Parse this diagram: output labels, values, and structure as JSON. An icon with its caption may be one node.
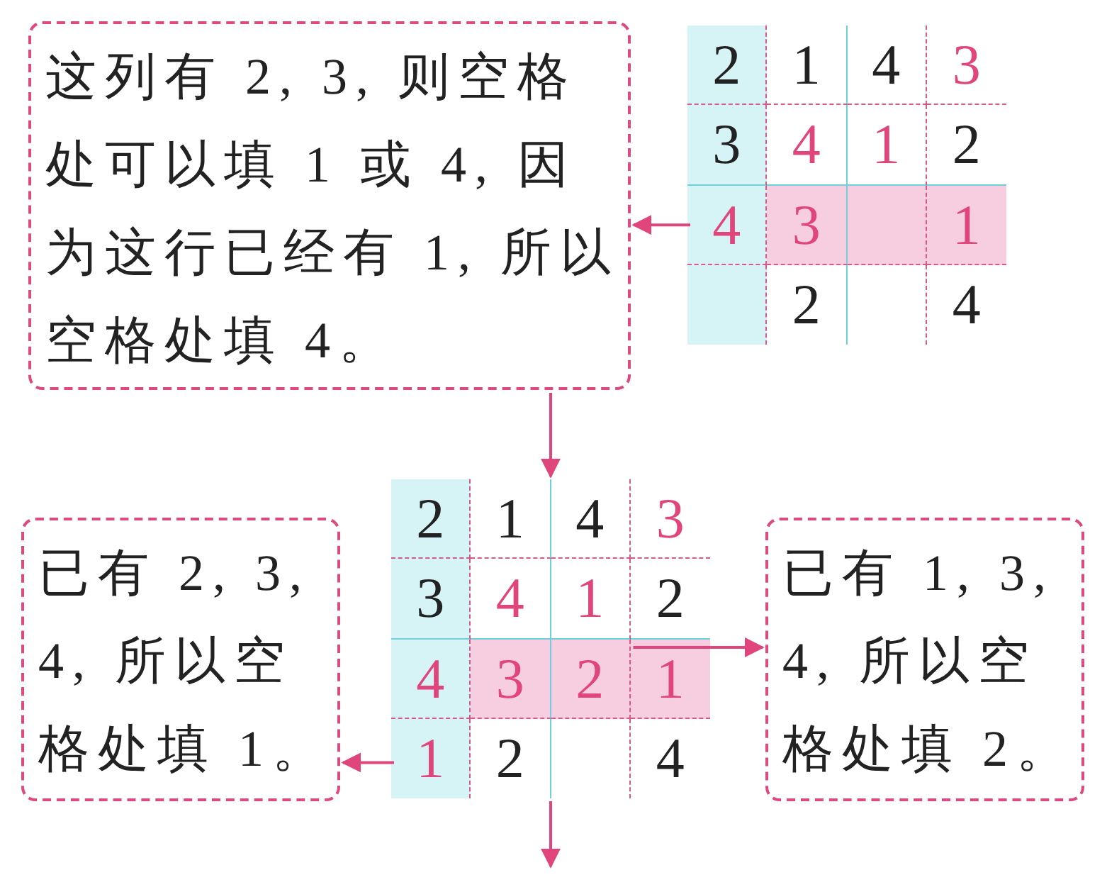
{
  "diagram": {
    "nodes": [
      {
        "text": [
          "这列有 2, 3, 则空格处可以填 1 或 4, 因为这行已经有 1, 所以空格处填 4。"
        ]
      },
      {
        "text": [],
        "shape": "box"
      },
      {
        "text": [
          "2"
        ],
        "in": 1
      },
      {
        "text": [
          "1"
        ],
        "in": 1
      },
      {
        "text": [
          "4"
        ],
        "in": 1
      },
      {
        "text": [
          "3"
        ],
        "in": 1
      },
      {
        "text": [
          "3"
        ],
        "in": 1
      },
      {
        "text": [
          "4"
        ],
        "in": 1
      },
      {
        "text": [
          "1"
        ],
        "in": 1
      },
      {
        "text": [
          "2"
        ],
        "in": 1
      },
      {
        "text": [
          "4"
        ],
        "in": 1
      },
      {
        "text": [
          "3"
        ],
        "in": 1
      },
      {
        "text": [],
        "shape": "box",
        "in": 1
      },
      {
        "text": [
          "1"
        ],
        "in": 1
      },
      {
        "text": [],
        "shape": "box",
        "in": 1
      },
      {
        "text": [
          "2"
        ],
        "in": 1
      },
      {
        "text": [],
        "shape": "box",
        "in": 1
      },
      {
        "text": [
          "4"
        ],
        "in": 1
      },
      {
        "text": [],
        "shape": "box"
      },
      {
        "text": [
          "2"
        ],
        "in": 18
      },
      {
        "text": [
          "1"
        ],
        "in": 18
      },
      {
        "text": [
          "4"
        ],
        "in": 18
      },
      {
        "text": [
          "3"
        ],
        "in": 18
      },
      {
        "text": [
          "3"
        ],
        "in": 18
      },
      {
        "text": [
          "4"
        ],
        "in": 18
      },
      {
        "text": [
          "1"
        ],
        "in": 18
      },
      {
        "text": [
          "2"
        ],
        "in": 18
      },
      {
        "text": [
          "4"
        ],
        "in": 18
      },
      {
        "text": [
          "3"
        ],
        "in": 18
      },
      {
        "text": [
          "2"
        ],
        "in": 18
      },
      {
        "text": [
          "1"
        ],
        "in": 18
      },
      {
        "text": [
          "1"
        ],
        "in": 18
      },
      {
        "text": [
          "2"
        ],
        "in": 18
      },
      {
        "text": [],
        "shape": "box",
        "in": 18
      },
      {
        "text": [
          "4"
        ],
        "in": 18
      },
      {
        "text": [
          "已有 2, 3, 4, 所以空格处填 1。"
        ]
      },
      {
        "text": [
          "已有 1, 3, 4, 所以空格处填 2。"
        ]
      }
    ],
    "edges": [
      {
        "from": 10,
        "to": 0,
        "arrow": "to"
      },
      {
        "from": 0,
        "to": 18,
        "arrow": "to"
      },
      {
        "from": 31,
        "to": 35,
        "arrow": "to"
      },
      {
        "from": 30,
        "to": 36,
        "arrow": "to"
      },
      {
        "from": 18,
        "to": null,
        "arrow": "to"
      }
    ]
  }
}
